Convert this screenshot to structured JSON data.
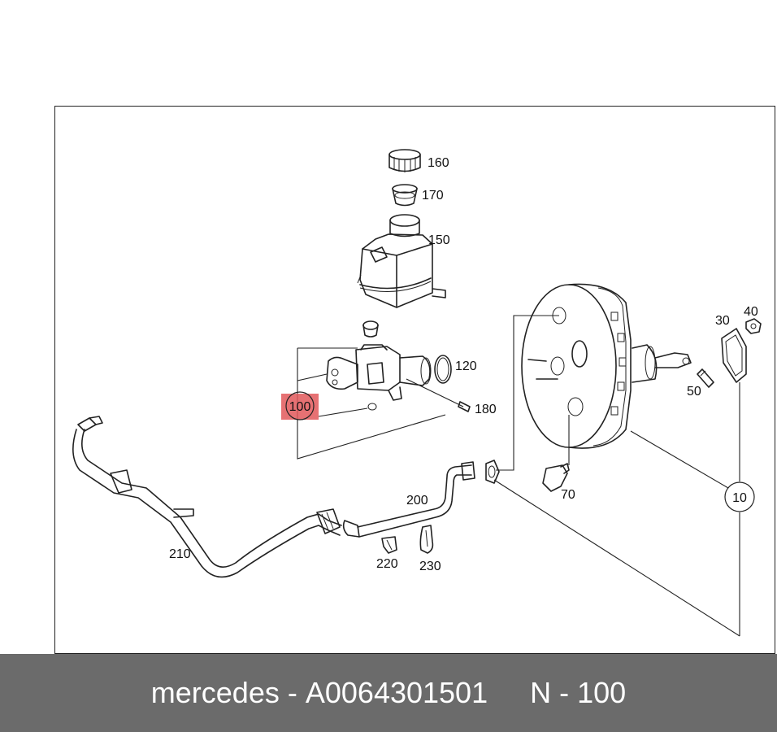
{
  "callouts": {
    "c10": "10",
    "c30": "30",
    "c40": "40",
    "c50": "50",
    "c70": "70",
    "c100": "100",
    "c120": "120",
    "c150": "150",
    "c160": "160",
    "c170": "170",
    "c180": "180",
    "c200": "200",
    "c210": "210",
    "c220": "220",
    "c230": "230"
  },
  "caption": {
    "brand": "mercedes",
    "separator": "-",
    "part_number": "A0064301501",
    "position_label": "N",
    "position_separator": "-",
    "position_number": "100"
  },
  "colors": {
    "caption_bg": "#6b6b6b",
    "highlight": "#e2585a"
  }
}
